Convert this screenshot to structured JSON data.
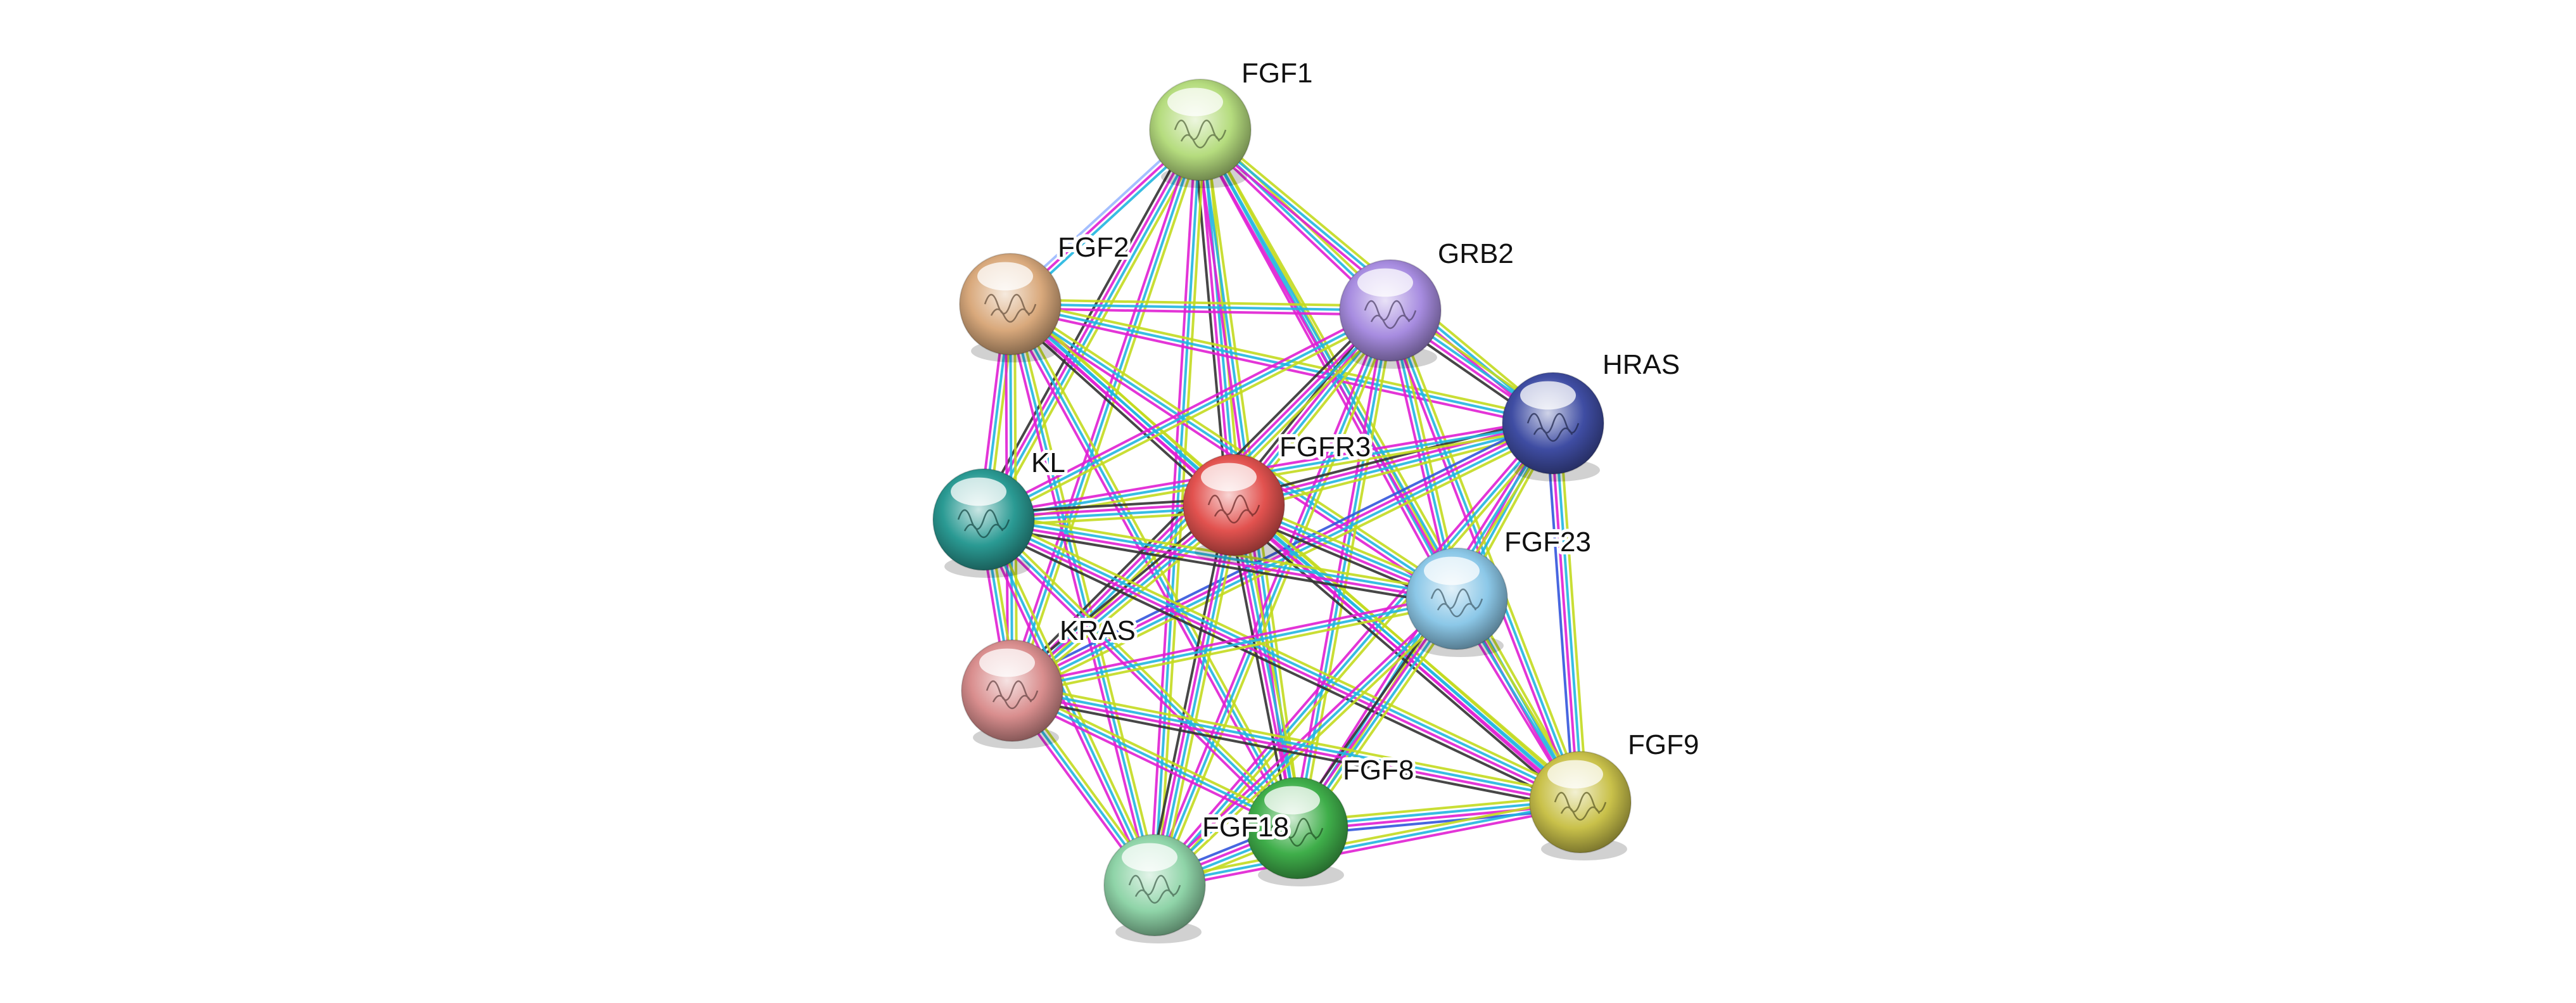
{
  "diagram": {
    "type": "protein-interaction-network",
    "nodes": [
      {
        "id": "FGF1",
        "label": "FGF1",
        "color": "#b5dc7e"
      },
      {
        "id": "FGF2",
        "label": "FGF2",
        "color": "#d9a97c"
      },
      {
        "id": "GRB2",
        "label": "GRB2",
        "color": "#a78ce0"
      },
      {
        "id": "HRAS",
        "label": "HRAS",
        "color": "#3f4da3"
      },
      {
        "id": "FGFR3",
        "label": "FGFR3",
        "color": "#e2524f"
      },
      {
        "id": "KL",
        "label": "KL",
        "color": "#2a9a93"
      },
      {
        "id": "FGF23",
        "label": "FGF23",
        "color": "#8cc8e8"
      },
      {
        "id": "KRAS",
        "label": "KRAS",
        "color": "#d98e8e"
      },
      {
        "id": "FGF8",
        "label": "FGF8",
        "color": "#3fae4a"
      },
      {
        "id": "FGF9",
        "label": "FGF9",
        "color": "#c9c14a"
      },
      {
        "id": "FGF18",
        "label": "FGF18",
        "color": "#8fd4a8"
      }
    ],
    "edge_colors": [
      "#c3da1f",
      "#21b6e0",
      "#e01fd3",
      "#3355dd",
      "#333333",
      "#9ab8ff"
    ],
    "edges": [
      [
        "FGF1",
        "FGF2",
        [
          1,
          2,
          5
        ]
      ],
      [
        "FGF1",
        "GRB2",
        [
          0,
          1,
          2
        ]
      ],
      [
        "FGF1",
        "FGFR3",
        [
          0,
          1,
          2,
          4
        ]
      ],
      [
        "FGF1",
        "KL",
        [
          0,
          1,
          2,
          4
        ]
      ],
      [
        "FGF1",
        "FGF23",
        [
          0,
          1,
          2
        ]
      ],
      [
        "FGF1",
        "KRAS",
        [
          0,
          1,
          2
        ]
      ],
      [
        "FGF1",
        "FGF8",
        [
          0,
          1,
          2
        ]
      ],
      [
        "FGF1",
        "FGF18",
        [
          0,
          1,
          2
        ]
      ],
      [
        "FGF1",
        "FGF9",
        [
          0,
          1,
          2
        ]
      ],
      [
        "FGF1",
        "HRAS",
        [
          0,
          1,
          2
        ]
      ],
      [
        "FGF2",
        "GRB2",
        [
          0,
          1,
          2
        ]
      ],
      [
        "FGF2",
        "FGFR3",
        [
          0,
          1,
          2,
          4
        ]
      ],
      [
        "FGF2",
        "KL",
        [
          0,
          1,
          2
        ]
      ],
      [
        "FGF2",
        "FGF23",
        [
          0,
          1,
          2
        ]
      ],
      [
        "FGF2",
        "KRAS",
        [
          0,
          1,
          2
        ]
      ],
      [
        "FGF2",
        "FGF8",
        [
          0,
          1,
          2
        ]
      ],
      [
        "FGF2",
        "FGF18",
        [
          0,
          1,
          2
        ]
      ],
      [
        "FGF2",
        "FGF9",
        [
          0,
          1,
          2
        ]
      ],
      [
        "FGF2",
        "HRAS",
        [
          0,
          1,
          2
        ]
      ],
      [
        "GRB2",
        "HRAS",
        [
          0,
          1,
          2,
          4
        ]
      ],
      [
        "GRB2",
        "FGFR3",
        [
          0,
          1,
          2,
          4
        ]
      ],
      [
        "GRB2",
        "KRAS",
        [
          0,
          1,
          2,
          4
        ]
      ],
      [
        "GRB2",
        "FGF23",
        [
          0,
          1,
          2
        ]
      ],
      [
        "GRB2",
        "FGF9",
        [
          0,
          1,
          2
        ]
      ],
      [
        "GRB2",
        "FGF8",
        [
          0,
          1,
          2
        ]
      ],
      [
        "GRB2",
        "FGF18",
        [
          0,
          1,
          2
        ]
      ],
      [
        "GRB2",
        "KL",
        [
          0,
          1,
          2
        ]
      ],
      [
        "HRAS",
        "FGFR3",
        [
          0,
          1,
          2,
          4
        ]
      ],
      [
        "HRAS",
        "FGF23",
        [
          0,
          1,
          2
        ]
      ],
      [
        "HRAS",
        "FGF9",
        [
          0,
          1,
          2,
          3
        ]
      ],
      [
        "HRAS",
        "FGF8",
        [
          0,
          1,
          2
        ]
      ],
      [
        "HRAS",
        "FGF18",
        [
          0,
          1,
          2
        ]
      ],
      [
        "HRAS",
        "KRAS",
        [
          0,
          1,
          2,
          3
        ]
      ],
      [
        "HRAS",
        "KL",
        [
          0,
          1,
          2
        ]
      ],
      [
        "FGFR3",
        "KL",
        [
          0,
          1,
          2,
          4
        ]
      ],
      [
        "FGFR3",
        "FGF23",
        [
          0,
          1,
          2,
          4
        ]
      ],
      [
        "FGFR3",
        "KRAS",
        [
          0,
          1,
          2,
          4
        ]
      ],
      [
        "FGFR3",
        "FGF8",
        [
          0,
          1,
          2,
          4
        ]
      ],
      [
        "FGFR3",
        "FGF9",
        [
          0,
          1,
          2,
          4
        ]
      ],
      [
        "FGFR3",
        "FGF18",
        [
          0,
          1,
          2,
          4
        ]
      ],
      [
        "KL",
        "FGF23",
        [
          0,
          1,
          2,
          4
        ]
      ],
      [
        "KL",
        "KRAS",
        [
          0,
          1,
          2
        ]
      ],
      [
        "KL",
        "FGF8",
        [
          0,
          1,
          2
        ]
      ],
      [
        "KL",
        "FGF9",
        [
          0,
          1,
          2,
          4
        ]
      ],
      [
        "KL",
        "FGF18",
        [
          0,
          1,
          2
        ]
      ],
      [
        "FGF23",
        "FGF8",
        [
          0,
          1,
          2,
          4
        ]
      ],
      [
        "FGF23",
        "FGF9",
        [
          0,
          1,
          2
        ]
      ],
      [
        "FGF23",
        "FGF18",
        [
          0,
          1,
          2
        ]
      ],
      [
        "FGF23",
        "KRAS",
        [
          0,
          1,
          2
        ]
      ],
      [
        "KRAS",
        "FGF8",
        [
          0,
          1,
          2
        ]
      ],
      [
        "KRAS",
        "FGF18",
        [
          0,
          1,
          2
        ]
      ],
      [
        "KRAS",
        "FGF9",
        [
          0,
          1,
          2,
          4
        ]
      ],
      [
        "FGF8",
        "FGF9",
        [
          0,
          1,
          2,
          3
        ]
      ],
      [
        "FGF8",
        "FGF18",
        [
          0,
          1,
          2,
          3
        ]
      ],
      [
        "FGF18",
        "FGF9",
        [
          0,
          1,
          2
        ]
      ]
    ]
  }
}
